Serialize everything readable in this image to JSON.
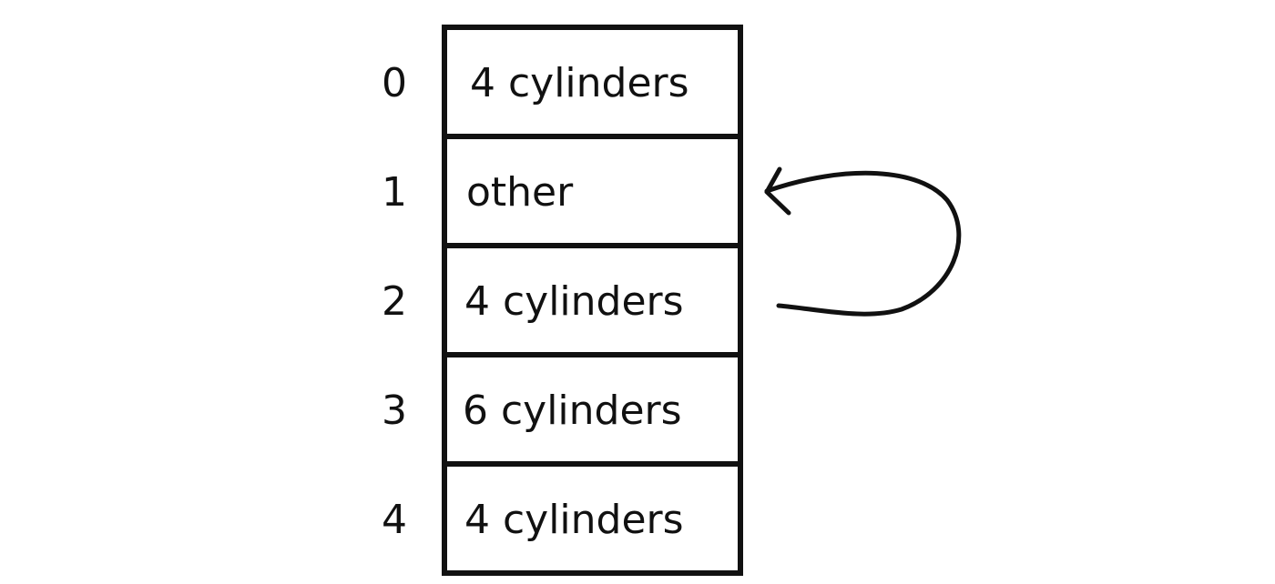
{
  "array": {
    "indices": [
      "0",
      "1",
      "2",
      "3",
      "4"
    ],
    "values": [
      "4 cylinders",
      "other",
      "4 cylinders",
      "6 cylinders",
      "4 cylinders"
    ]
  },
  "arrow": {
    "from_index": 2,
    "to_index": 1
  },
  "colors": {
    "ink": "#111111",
    "background": "#ffffff"
  }
}
